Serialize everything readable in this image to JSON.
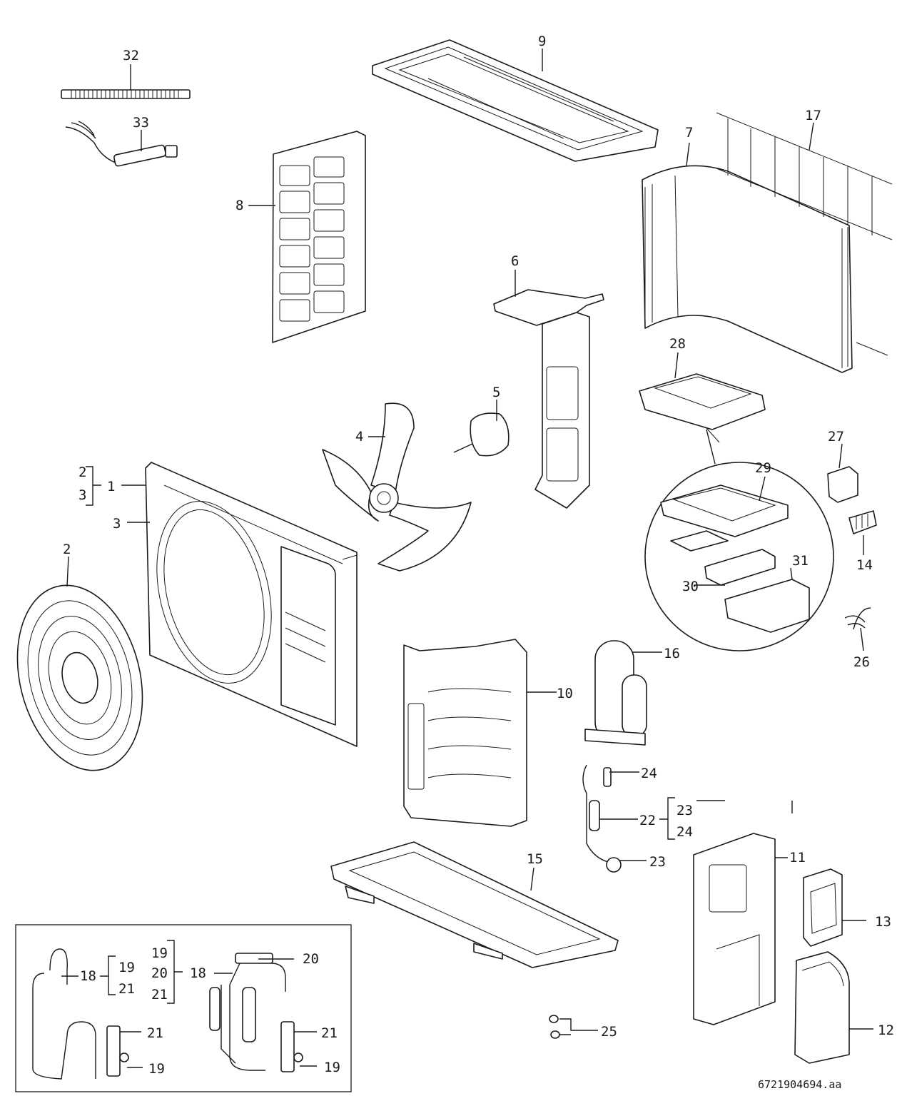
{
  "labels": {
    "l1": "1",
    "l2a": "2",
    "l3a": "3",
    "l2": "2",
    "l3": "3",
    "l4": "4",
    "l5": "5",
    "l6": "6",
    "l7": "7",
    "l8": "8",
    "l9": "9",
    "l10": "10",
    "l11": "11",
    "l12": "12",
    "l13": "13",
    "l14": "14",
    "l15": "15",
    "l16": "16",
    "l17": "17",
    "l18a": "18",
    "l19a": "19",
    "l21a": "21",
    "l21b": "21",
    "l19b": "19",
    "l19c": "19",
    "l20c": "20",
    "l21c": "21",
    "l18b": "18",
    "l20": "20",
    "l21d": "21",
    "l19d": "19",
    "l22": "22",
    "l23a": "23",
    "l24a": "24",
    "l23": "23",
    "l24": "24",
    "l25": "25",
    "l26": "26",
    "l27": "27",
    "l28": "28",
    "l29": "29",
    "l30": "30",
    "l31": "31",
    "l32": "32",
    "l33": "33"
  },
  "reference": "6721904694.aa"
}
